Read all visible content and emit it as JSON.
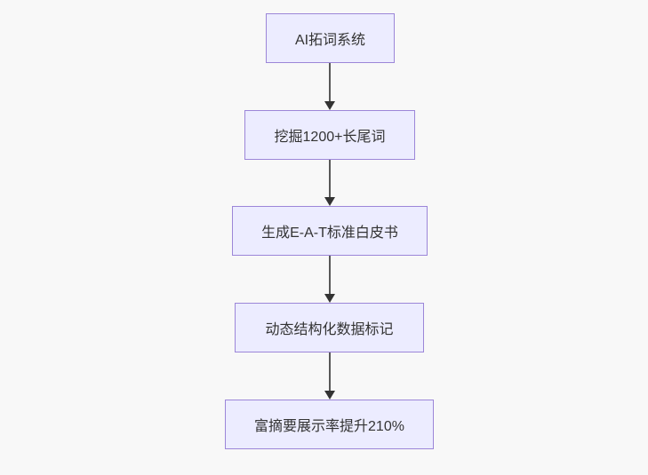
{
  "flowchart": {
    "type": "vertical-flowchart",
    "background_color": "#f8f8f8",
    "node_fill_color": "#ECECFF",
    "node_border_color": "#9c86d8",
    "arrow_color": "#333333",
    "text_color": "#333333",
    "nodes": [
      {
        "id": "node-1",
        "label": "AI拓词系统"
      },
      {
        "id": "node-2",
        "label": "挖掘1200+长尾词"
      },
      {
        "id": "node-3",
        "label": "生成E-A-T标准白皮书"
      },
      {
        "id": "node-4",
        "label": "动态结构化数据标记"
      },
      {
        "id": "node-5",
        "label": "富摘要展示率提升210%"
      }
    ],
    "edges": [
      {
        "from": "node-1",
        "to": "node-2"
      },
      {
        "from": "node-2",
        "to": "node-3"
      },
      {
        "from": "node-3",
        "to": "node-4"
      },
      {
        "from": "node-4",
        "to": "node-5"
      }
    ]
  }
}
